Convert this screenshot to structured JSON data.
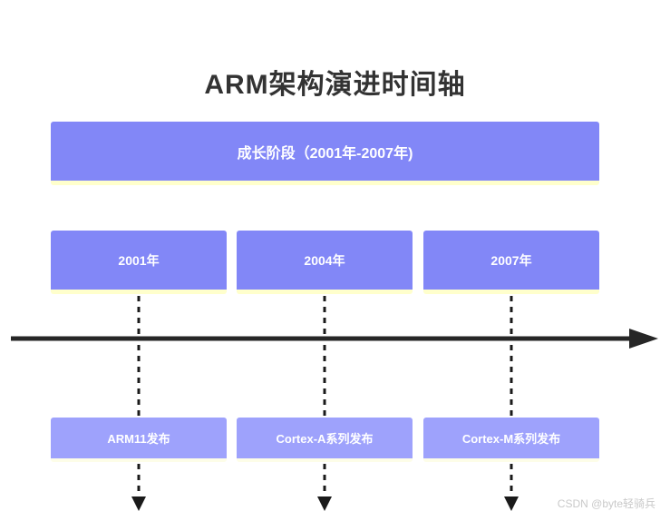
{
  "page": {
    "title": "ARM架构演进时间轴",
    "background_color": "#ffffff",
    "title_color": "#333333"
  },
  "colors": {
    "band_purple": "#8287f7",
    "event_purple": "#9ea2fc",
    "band_underline_yellow": "#ffffcc",
    "axis_dark": "#262626",
    "text_white": "#ffffff",
    "watermark_gray": "#c9c9c9"
  },
  "phase": {
    "label": "成长阶段（2001年-2007年)"
  },
  "timeline": {
    "axis_name": "timeline-axis",
    "arrow_direction": "right",
    "milestones": [
      {
        "year": "2001年",
        "event": "ARM11发布"
      },
      {
        "year": "2004年",
        "event": "Cortex-A系列发布"
      },
      {
        "year": "2007年",
        "event": "Cortex-M系列发布"
      }
    ]
  },
  "watermark": {
    "text": "CSDN @byte轻骑兵"
  }
}
